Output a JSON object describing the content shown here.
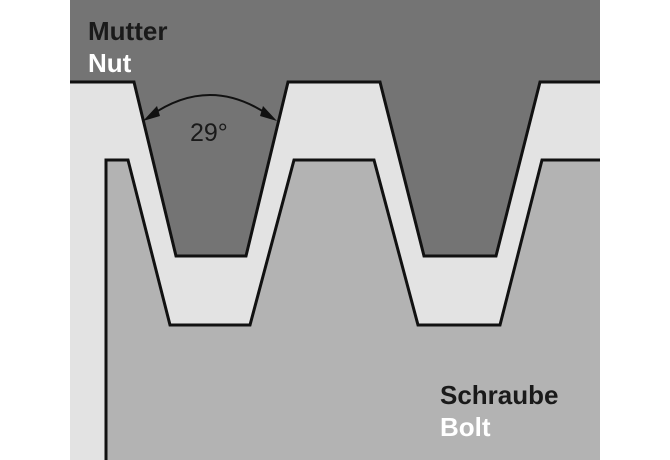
{
  "labels": {
    "nut_de": "Mutter",
    "nut_en": "Nut",
    "bolt_de": "Schraube",
    "bolt_en": "Bolt",
    "angle": "29°"
  },
  "colors": {
    "background": "#ffffff",
    "gap": "#e3e3e3",
    "nut": "#747474",
    "bolt": "#b3b3b3",
    "outline": "#111111",
    "label_dark": "#1a1a1a",
    "label_light": "#ffffff"
  }
}
